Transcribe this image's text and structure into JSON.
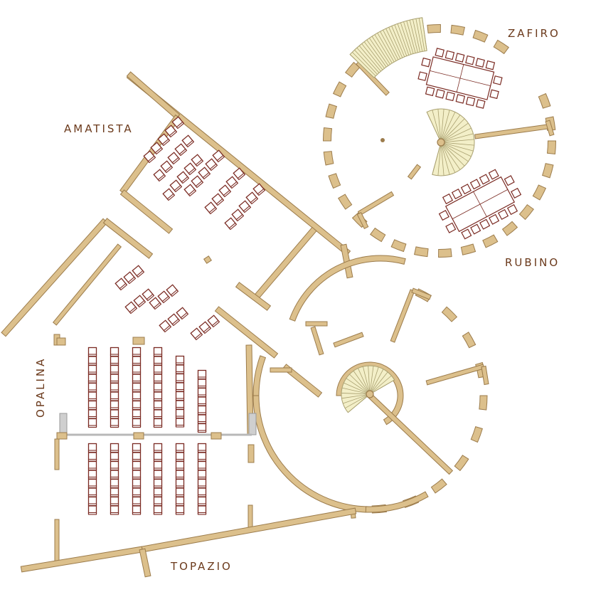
{
  "floorplan": {
    "rooms": [
      {
        "id": "zafiro",
        "label": "ZAFIRO"
      },
      {
        "id": "amatista",
        "label": "AMATISTA"
      },
      {
        "id": "rubino",
        "label": "RUBINO"
      },
      {
        "id": "opalina",
        "label": "OPALINA"
      },
      {
        "id": "topazio",
        "label": "TOPAZIO"
      }
    ]
  },
  "colors": {
    "wall_fill": "#dcc08c",
    "wall_stroke": "#9c7c4c",
    "chair_stroke": "#7a2a22",
    "chair_fill": "#ffffff",
    "label_text": "#6b3a1c",
    "stair_fill": "#f3efc8",
    "stair_stroke": "#a9a070",
    "partition": "#b8b8b8",
    "table_stroke": "#7a2a22"
  },
  "icons": [
    "chair-icon",
    "spiral-staircase-icon",
    "curved-staircase-icon",
    "conference-table-icon"
  ]
}
